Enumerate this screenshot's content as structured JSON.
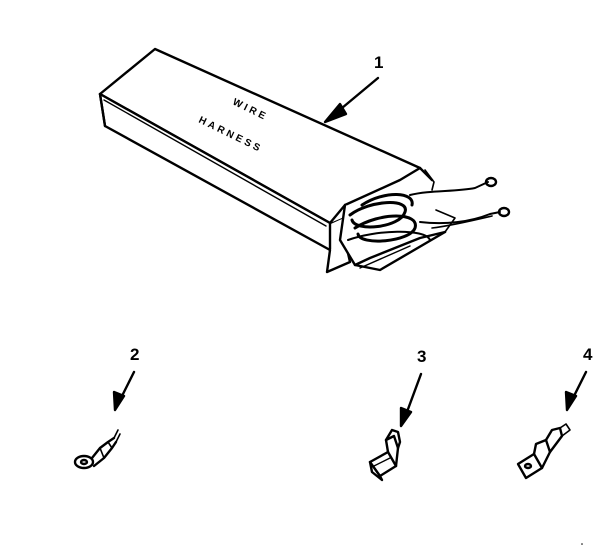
{
  "diagram": {
    "box_label_line1": "WIRE",
    "box_label_line2": "HARNESS",
    "parts": [
      {
        "number": "1",
        "item": "wire-harness-box"
      },
      {
        "number": "2",
        "item": "ring-terminal"
      },
      {
        "number": "3",
        "item": "spade-terminal"
      },
      {
        "number": "4",
        "item": "spade-terminal-alt"
      }
    ]
  }
}
